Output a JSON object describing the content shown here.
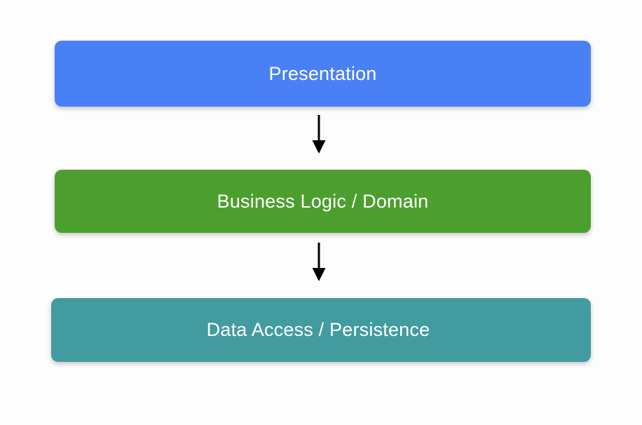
{
  "diagram": {
    "type": "layered-architecture-flow",
    "background_color": "#fdfdfd",
    "layers": [
      {
        "id": "presentation",
        "label": "Presentation",
        "color": "#4a80f5"
      },
      {
        "id": "business",
        "label": "Business Logic / Domain",
        "color": "#4c9f2e"
      },
      {
        "id": "data",
        "label": "Data Access / Persistence",
        "color": "#429c9f"
      }
    ],
    "connectors": [
      {
        "id": "presentation-to-business",
        "from": "presentation",
        "to": "business",
        "direction": "down",
        "color": "#000000"
      },
      {
        "id": "business-to-data",
        "from": "business",
        "to": "data",
        "direction": "down",
        "color": "#000000"
      }
    ]
  }
}
